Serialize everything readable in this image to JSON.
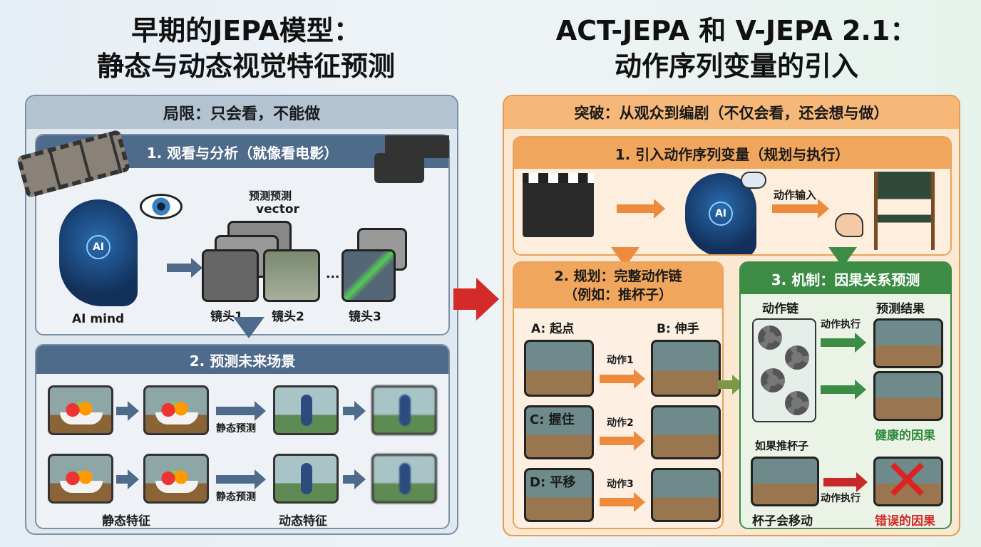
{
  "left": {
    "title_line1": "早期的JEPA模型：",
    "title_line2": "静态与动态视觉特征预测",
    "panel_header": "局限：只会看，不能做",
    "section1": {
      "header": "1. 观看与分析（就像看电影）",
      "ai_label": "AI",
      "mind_label": "AI mind",
      "predict_label": "预测预测",
      "vector_label": "vector",
      "shots": [
        "镜头1",
        "镜头2",
        "镜头3"
      ],
      "ellipsis": "..."
    },
    "section2": {
      "header": "2. 预测未来场景",
      "row_labels": [
        "静态预测",
        "静态预测"
      ],
      "bottom_labels": [
        "静态特征",
        "动态特征"
      ]
    }
  },
  "right": {
    "title_line1": "ACT-JEPA 和 V-JEPA 2.1：",
    "title_line2": "动作序列变量的引入",
    "panel_header": "突破：从观众到编剧（不仅会看，还会想与做）",
    "section1": {
      "header": "1. 引入动作序列变量（规划与执行）",
      "ai_label": "AI",
      "action_input": "动作输入"
    },
    "section2": {
      "header_line1": "2. 规划：完整动作链",
      "header_line2": "（例如：推杯子）",
      "step_a": "A: 起点",
      "step_b": "B: 伸手",
      "step_c": "C: 握住",
      "step_d": "D: 平移",
      "actions": [
        "动作1",
        "动作2",
        "动作3"
      ]
    },
    "section3": {
      "header": "3. 机制：因果关系预测",
      "col_chain": "动作链",
      "col_result": "预测结果",
      "exec_top": "动作执行",
      "if_push": "如果推杯子",
      "cup_moves": "杯子会移动",
      "exec_bottom": "动作执行",
      "good": "健康的因果",
      "bad": "错误的因果"
    }
  },
  "colors": {
    "blue_band": "#4e6b8c",
    "orange": "#ee9a4c",
    "green": "#3c8c46",
    "red": "#d42a2a"
  }
}
